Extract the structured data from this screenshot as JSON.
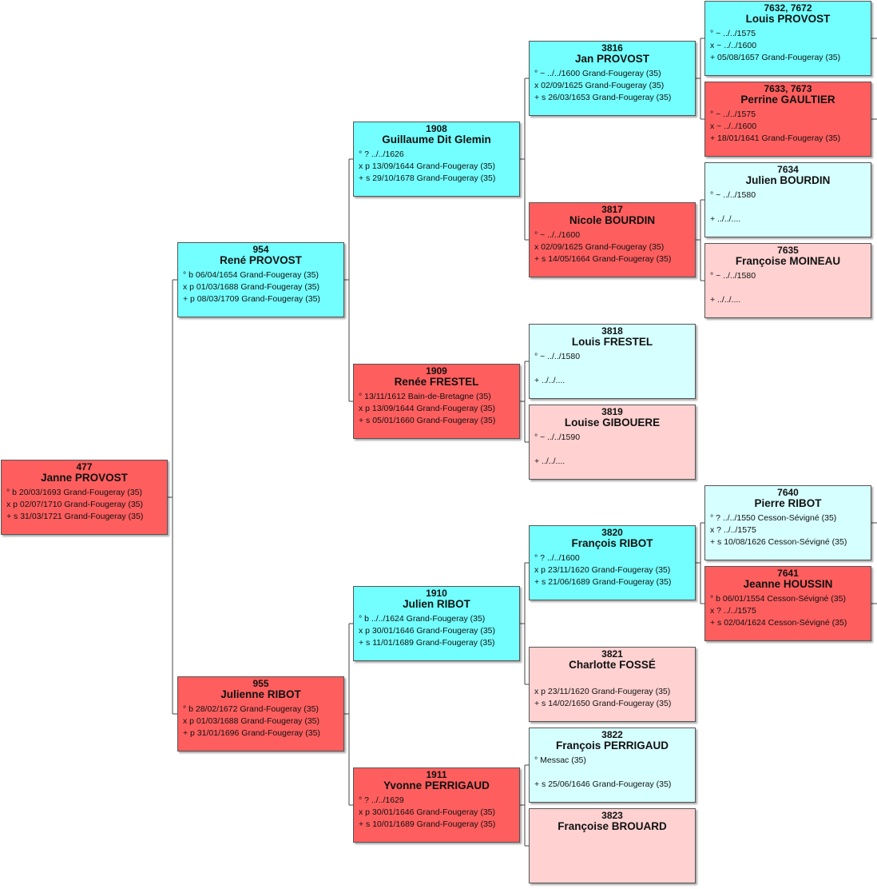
{
  "persons": [
    {
      "sosa": "477",
      "name": "Janne PROVOST",
      "lines": [
        "° b 20/03/1693 Grand-Fougeray (35)",
        "x p 02/07/1710 Grand-Fougeray (35)",
        "+ s 31/03/1721 Grand-Fougeray (35)"
      ]
    },
    {
      "sosa": "954",
      "name": "René PROVOST",
      "lines": [
        "° b 06/04/1654 Grand-Fougeray (35)",
        "x p 01/03/1688 Grand-Fougeray (35)",
        "+ p 08/03/1709 Grand-Fougeray (35)"
      ]
    },
    {
      "sosa": "955",
      "name": "Julienne RIBOT",
      "lines": [
        "° b 28/02/1672 Grand-Fougeray (35)",
        "x p 01/03/1688 Grand-Fougeray (35)",
        "+ p 31/01/1696 Grand-Fougeray (35)"
      ]
    },
    {
      "sosa": "1908",
      "name": "Guillaume Dit Glemin",
      "lines": [
        "° ? ../../1626",
        "x p 13/09/1644 Grand-Fougeray (35)",
        "+ s 29/10/1678 Grand-Fougeray (35)"
      ]
    },
    {
      "sosa": "1909",
      "name": "Renée FRESTEL",
      "lines": [
        "° 13/11/1612 Bain-de-Bretagne (35)",
        "x p 13/09/1644 Grand-Fougeray (35)",
        "+ s 05/01/1660 Grand-Fougeray (35)"
      ]
    },
    {
      "sosa": "1910",
      "name": "Julien RIBOT",
      "lines": [
        "° b ../../1624 Grand-Fougeray (35)",
        "x p 30/01/1646 Grand-Fougeray (35)",
        "+ s 11/01/1689 Grand-Fougeray (35)"
      ]
    },
    {
      "sosa": "1911",
      "name": "Yvonne PERRIGAUD",
      "lines": [
        "° ? ../../1629",
        "x p 30/01/1646 Grand-Fougeray (35)",
        "+ s 10/01/1689 Grand-Fougeray (35)"
      ]
    },
    {
      "sosa": "3816",
      "name": "Jan PROVOST",
      "lines": [
        "° ~ ../../1600 Grand-Fougeray (35)",
        "x 02/09/1625 Grand-Fougeray (35)",
        "+ s 26/03/1653 Grand-Fougeray (35)"
      ]
    },
    {
      "sosa": "3817",
      "name": "Nicole BOURDIN",
      "lines": [
        "° ~ ../../1600",
        "x 02/09/1625 Grand-Fougeray (35)",
        "+ s 14/05/1664 Grand-Fougeray (35)"
      ]
    },
    {
      "sosa": "3818",
      "name": "Louis FRESTEL",
      "lines": [
        "° ~ ../../1580",
        "",
        "+ ../../...."
      ]
    },
    {
      "sosa": "3819",
      "name": "Louise GIBOUERE",
      "lines": [
        "° ~ ../../1590",
        "",
        "+ ../../...."
      ]
    },
    {
      "sosa": "3820",
      "name": "François RIBOT",
      "lines": [
        "° ? ../../1600",
        "x p 23/11/1620 Grand-Fougeray (35)",
        "+ s 21/06/1689 Grand-Fougeray (35)"
      ]
    },
    {
      "sosa": "3821",
      "name": "Charlotte FOSSÉ",
      "lines": [
        "",
        "x p 23/11/1620 Grand-Fougeray (35)",
        "+ s 14/02/1650 Grand-Fougeray (35)"
      ]
    },
    {
      "sosa": "3822",
      "name": "François PERRIGAUD",
      "lines": [
        "° Messac (35)",
        "",
        "+ s 25/06/1646 Grand-Fougeray (35)"
      ]
    },
    {
      "sosa": "3823",
      "name": "Françoise BROUARD",
      "lines": [
        "",
        "",
        ""
      ]
    },
    {
      "sosa": "7632, 7672",
      "name": "Louis PROVOST",
      "lines": [
        "° ~ ../../1575",
        "x ~ ../../1600",
        "+ 05/08/1657 Grand-Fougeray (35)"
      ]
    },
    {
      "sosa": "7633, 7673",
      "name": "Perrine GAULTIER",
      "lines": [
        "° ~ ../../1575",
        "x ~ ../../1600",
        "+ 18/01/1641 Grand-Fougeray (35)"
      ]
    },
    {
      "sosa": "7634",
      "name": "Julien BOURDIN",
      "lines": [
        "° ~ ../../1580",
        "",
        "+ ../../...."
      ]
    },
    {
      "sosa": "7635",
      "name": "Françoise MOINEAU",
      "lines": [
        "° ~ ../../1580",
        "",
        "+ ../../...."
      ]
    },
    {
      "sosa": "7640",
      "name": "Pierre RIBOT",
      "lines": [
        "° ? ../../1550 Cesson-Sévigné (35)",
        "x ? ../../1575",
        "+ s 10/08/1626 Cesson-Sévigné (35)"
      ]
    },
    {
      "sosa": "7641",
      "name": "Jeanne HOUSSIN",
      "lines": [
        "° b 06/01/1554 Cesson-Sévigné (35)",
        "x ? ../../1575",
        "+ s 02/04/1624 Cesson-Sévigné (35)"
      ]
    }
  ],
  "colors": {
    "male": "#73FFFF",
    "female": "#FF5E5E",
    "male_light": "#D6FFFF",
    "female_light": "#FFD1D1",
    "connector": "#444444"
  }
}
